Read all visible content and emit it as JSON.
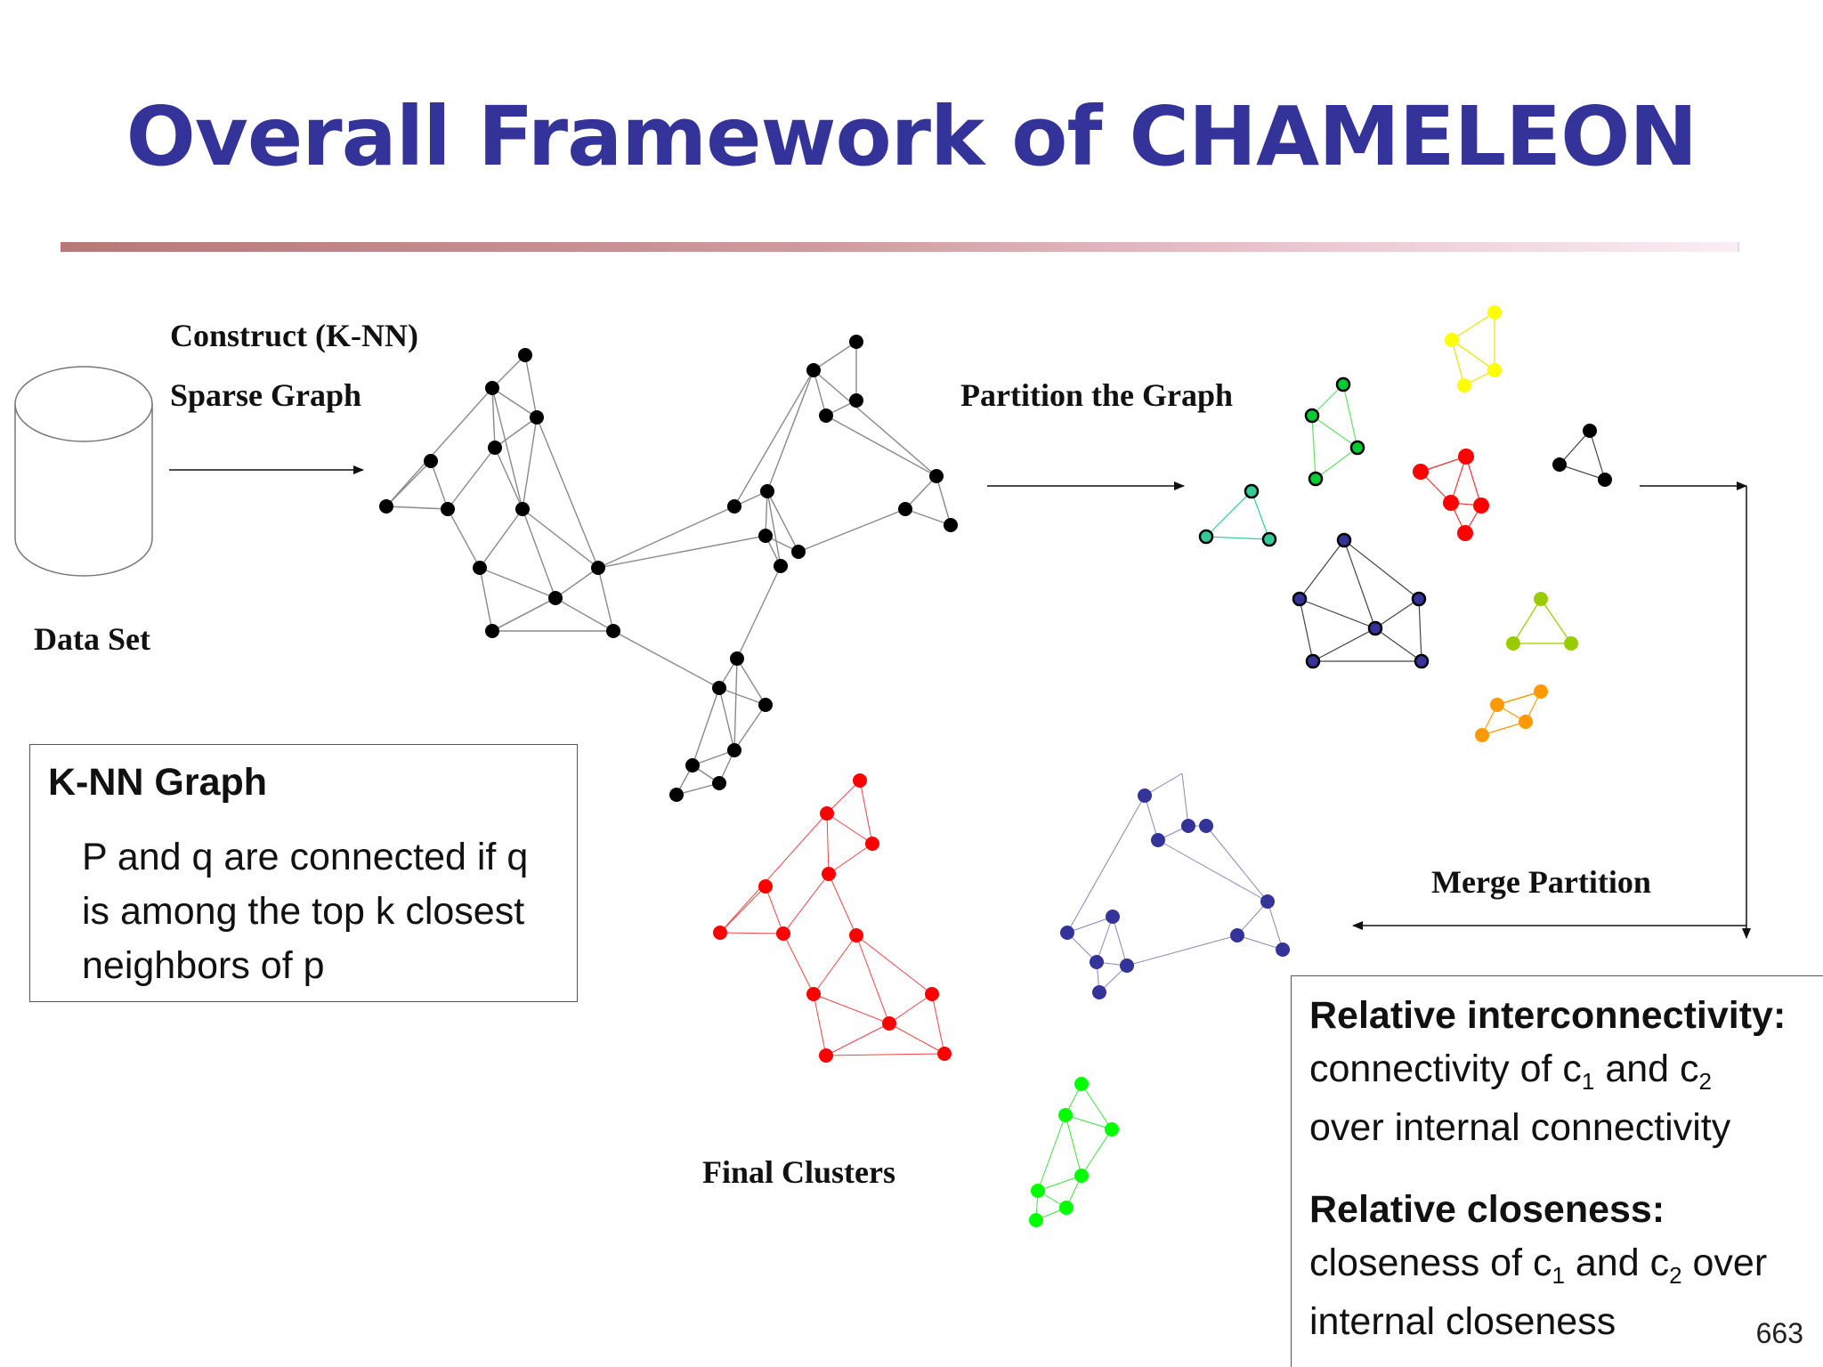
{
  "title": "Overall Framework of CHAMELEON",
  "labels": {
    "construct_line1": "Construct (K-NN)",
    "construct_line2": "Sparse Graph",
    "data_set": "Data Set",
    "partition": "Partition the Graph",
    "merge": "Merge Partition",
    "final": "Final Clusters"
  },
  "knn_box": {
    "heading": "K-NN Graph",
    "text": "P and q are connected if q is among the top k closest neighbors of p"
  },
  "relative_box": {
    "interconnectivity_heading": "Relative interconnectivity:",
    "interconnectivity_text_1a": "connectivity of c",
    "interconnectivity_sub1": "1",
    "interconnectivity_text_1b": " and c",
    "interconnectivity_sub2": "2",
    "interconnectivity_text_2": "over internal connectivity",
    "closeness_heading": "Relative closeness:",
    "closeness_text_1a": "closeness of c",
    "closeness_sub1": "1",
    "closeness_text_1b": " and c",
    "closeness_sub2": "2",
    "closeness_text_1c": " over",
    "closeness_text_2": "internal closeness"
  },
  "page_number": "663",
  "colors": {
    "title": "#333399",
    "knn_graph": "#000000",
    "cluster_teal": "#33cc99",
    "cluster_green": "#00cc33",
    "cluster_yellow": "#ffff00",
    "cluster_red": "#ff0000",
    "cluster_navy": "#333399",
    "cluster_lime": "#99cc00",
    "cluster_orange": "#ff9900",
    "cluster_black": "#000000",
    "final_red": "#ff0000",
    "final_navy": "#333399",
    "final_green": "#00ff00"
  }
}
